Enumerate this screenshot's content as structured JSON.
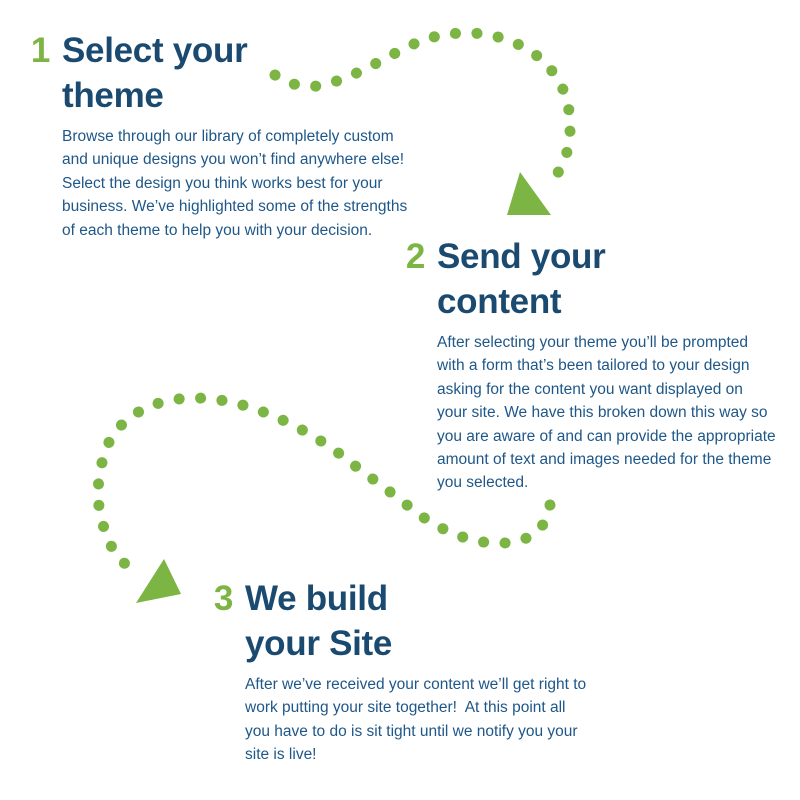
{
  "colors": {
    "accent_green": "#7CB544",
    "heading_navy": "#1B4A70",
    "body_navy": "#1E5788",
    "background": "#FFFFFF"
  },
  "steps": [
    {
      "number": "1",
      "title": "Select your\ntheme",
      "body": "Browse through our library of completely custom\nand unique designs you won’t find anywhere else!\nSelect the design you think works best for your\nbusiness. We’ve highlighted some of the strengths\nof each theme to help you with your decision."
    },
    {
      "number": "2",
      "title": "Send your\ncontent",
      "body": "After selecting your theme you’ll be prompted\nwith a form that’s been tailored to your design\nasking for the content you want displayed on\nyour site. We have this broken down this way so\nyou are aware of and can provide the appropriate\namount of text and images needed for the theme\nyou selected."
    },
    {
      "number": "3",
      "title": "We build\nyour Site",
      "body": "After we’ve received your content we’ll get right to\nwork putting your site together!  At this point all\nyou have to do is sit tight until we notify you your\nsite is live!"
    }
  ],
  "connectors": [
    {
      "from": "step-1",
      "to": "step-2",
      "style": "dotted-curve-with-arrowhead",
      "color": "#7CB544"
    },
    {
      "from": "step-2",
      "to": "step-3",
      "style": "dotted-curve-with-arrowhead",
      "color": "#7CB544"
    }
  ]
}
